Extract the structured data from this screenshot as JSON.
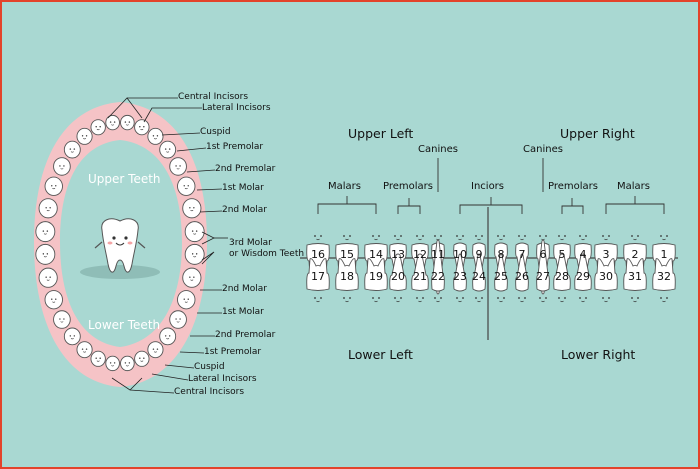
{
  "colors": {
    "background": "#a9d8d2",
    "frame": "#e3432b",
    "gum": "#f5c3c6",
    "tooth": "#ffffff",
    "outline": "#555555",
    "leader": "#222222"
  },
  "jaw_labels": {
    "upper": "Upper Teeth",
    "lower": "Lower Teeth"
  },
  "left_labels": [
    {
      "text": "Central Incisors"
    },
    {
      "text": "Lateral Incisors"
    },
    {
      "text": "Cuspid"
    },
    {
      "text": "1st Premolar"
    },
    {
      "text": "2nd Premolar"
    },
    {
      "text": "1st Molar"
    },
    {
      "text": "2nd Molar"
    },
    {
      "text": "3rd Molar"
    },
    {
      "text": "or Wisdom Teeth"
    },
    {
      "text": "2nd Molar"
    },
    {
      "text": "1st Molar"
    },
    {
      "text": "2nd Premolar"
    },
    {
      "text": "1st Premolar"
    },
    {
      "text": "Cuspid"
    },
    {
      "text": "Lateral Incisors"
    },
    {
      "text": "Central Incisors"
    }
  ],
  "quadrants": {
    "upper_left": "Upper Left",
    "upper_right": "Upper Right",
    "lower_left": "Lower Left",
    "lower_right": "Lower Right"
  },
  "groups": {
    "malars_left": "Malars",
    "premolars_left": "Premolars",
    "canines_left": "Canines",
    "incisors": "Inciors",
    "canines_right": "Canines",
    "premolars_right": "Premolars",
    "malars_right": "Malars"
  },
  "upper_numbers": [
    "16",
    "15",
    "14",
    "13",
    "12",
    "11",
    "10",
    "9",
    "8",
    "7",
    "6",
    "5",
    "4",
    "3",
    "2",
    "1"
  ],
  "lower_numbers": [
    "17",
    "18",
    "19",
    "20",
    "21",
    "22",
    "23",
    "24",
    "25",
    "26",
    "27",
    "28",
    "29",
    "30",
    "31",
    "32"
  ]
}
